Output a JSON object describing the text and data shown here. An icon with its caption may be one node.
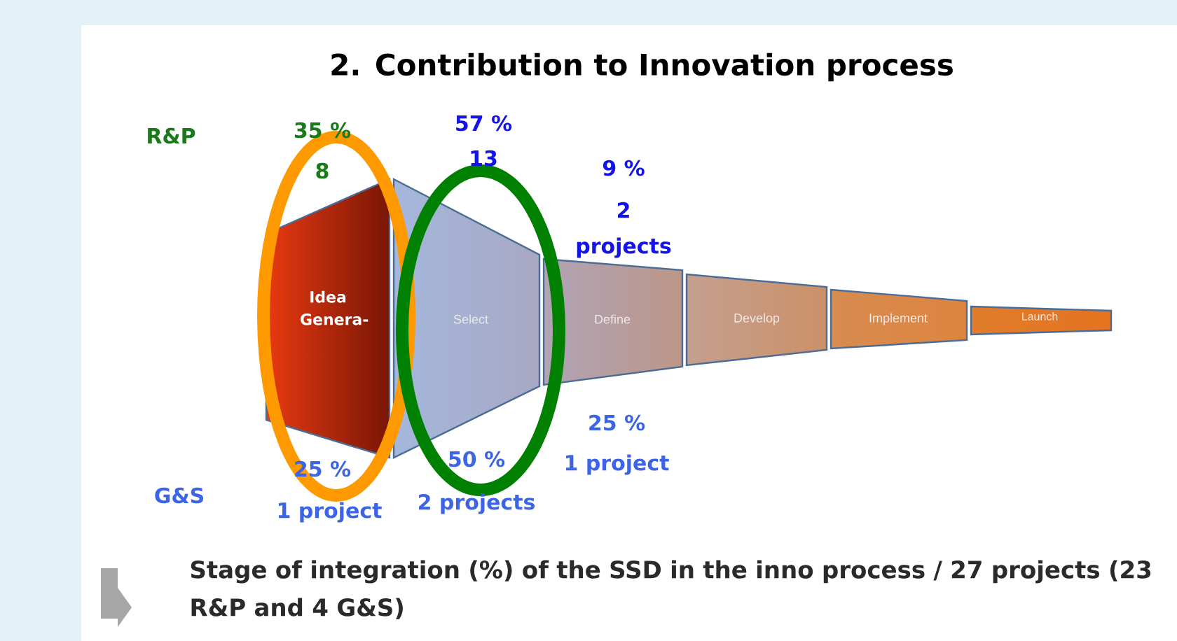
{
  "diagram": {
    "title": "2. Contribution to Innovation process",
    "caption": "Stage of integration (%) of the SSD in the inno process /  27 projects (23 R&P and  4 G&S)",
    "nodes": [
      {
        "text": [
          "Idea Genera-"
        ]
      },
      {
        "text": [
          "Select"
        ]
      },
      {
        "text": [
          "Define"
        ]
      },
      {
        "text": [
          "Develop"
        ]
      },
      {
        "text": [
          "Implement"
        ]
      },
      {
        "text": [
          "Launch"
        ]
      }
    ],
    "labels": [
      "R&P",
      "35 %",
      "8",
      "57 %",
      "13",
      "9 %",
      "2",
      "projects",
      "25 %",
      "1 project",
      "G&S",
      "25 %",
      "1 project",
      "50 %",
      "2 projects"
    ]
  }
}
